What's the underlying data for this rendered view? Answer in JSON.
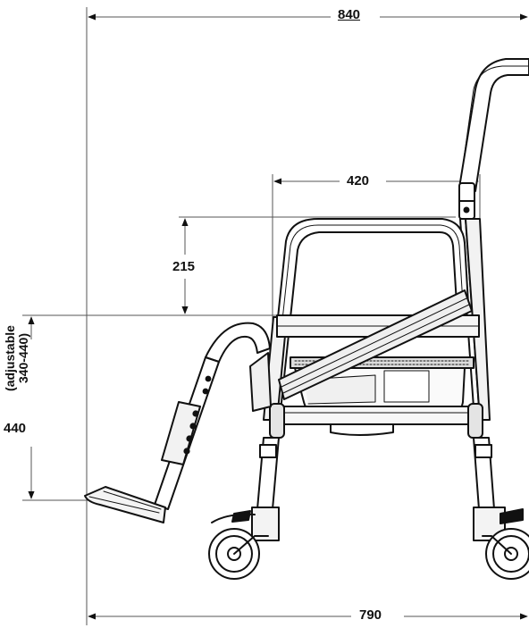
{
  "dimensions": {
    "total_height": "840",
    "seat_width": "420",
    "armrest_height": "215",
    "seat_height": "440",
    "seat_height_note_line1": "(adjustable",
    "seat_height_note_line2": "340-440)",
    "total_length": "790"
  },
  "colors": {
    "line": "#111111",
    "dim_line": "#555555",
    "shade": "#d9d9d9"
  }
}
